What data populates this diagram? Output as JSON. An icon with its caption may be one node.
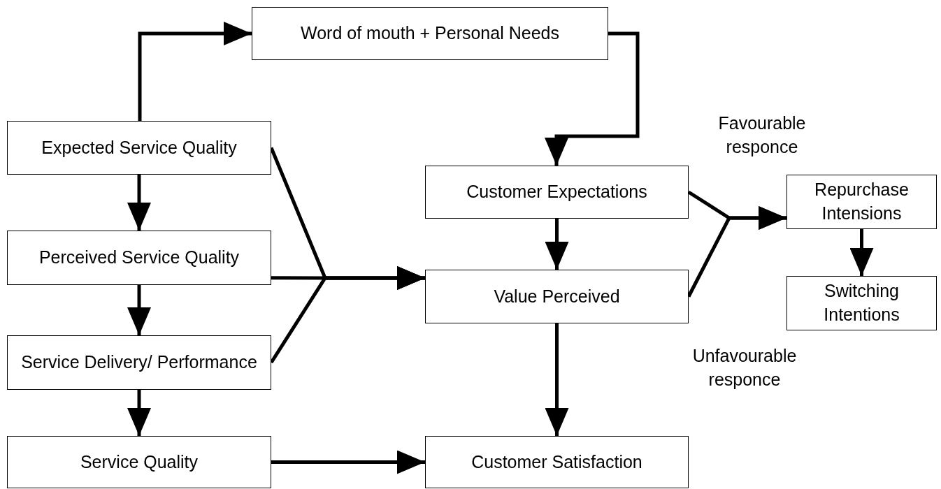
{
  "diagram": {
    "nodes": [
      {
        "text": [
          "Word of mouth + Personal Needs"
        ]
      },
      {
        "text": [
          "Expected Service Quality"
        ]
      },
      {
        "text": [
          "Perceived Service Quality"
        ]
      },
      {
        "text": [
          "Service Delivery/ Performance"
        ]
      },
      {
        "text": [
          "Service Quality"
        ]
      },
      {
        "text": [
          "Customer Expectations"
        ]
      },
      {
        "text": [
          "Value Perceived"
        ]
      },
      {
        "text": [
          "Customer Satisfaction"
        ]
      },
      {
        "text": [
          "Repurchase Intensions"
        ]
      },
      {
        "text": [
          "Switching Intentions"
        ]
      }
    ],
    "edges": [
      {
        "from": 1,
        "to": 0,
        "arrow": "to"
      },
      {
        "from": 0,
        "to": 5,
        "arrow": "to"
      },
      {
        "from": 1,
        "to": 2,
        "arrow": "to"
      },
      {
        "from": 2,
        "to": 3,
        "arrow": "to"
      },
      {
        "from": 3,
        "to": 4,
        "arrow": "to"
      },
      {
        "from": 4,
        "to": 7,
        "arrow": "to"
      },
      {
        "from": 5,
        "to": 6,
        "arrow": "to"
      },
      {
        "from": 6,
        "to": 7,
        "arrow": "to"
      },
      {
        "from": 8,
        "to": 9,
        "arrow": "to"
      },
      {
        "from": 1,
        "to": 6,
        "arrow": "to"
      },
      {
        "from": 2,
        "to": 6,
        "arrow": "to"
      },
      {
        "from": 3,
        "to": 6,
        "arrow": "to"
      },
      {
        "from": 5,
        "to": 8,
        "arrow": "to"
      },
      {
        "from": 6,
        "to": 8,
        "arrow": "to"
      }
    ],
    "labels": [
      "Favourable responce",
      "Unfavourable responce"
    ]
  }
}
